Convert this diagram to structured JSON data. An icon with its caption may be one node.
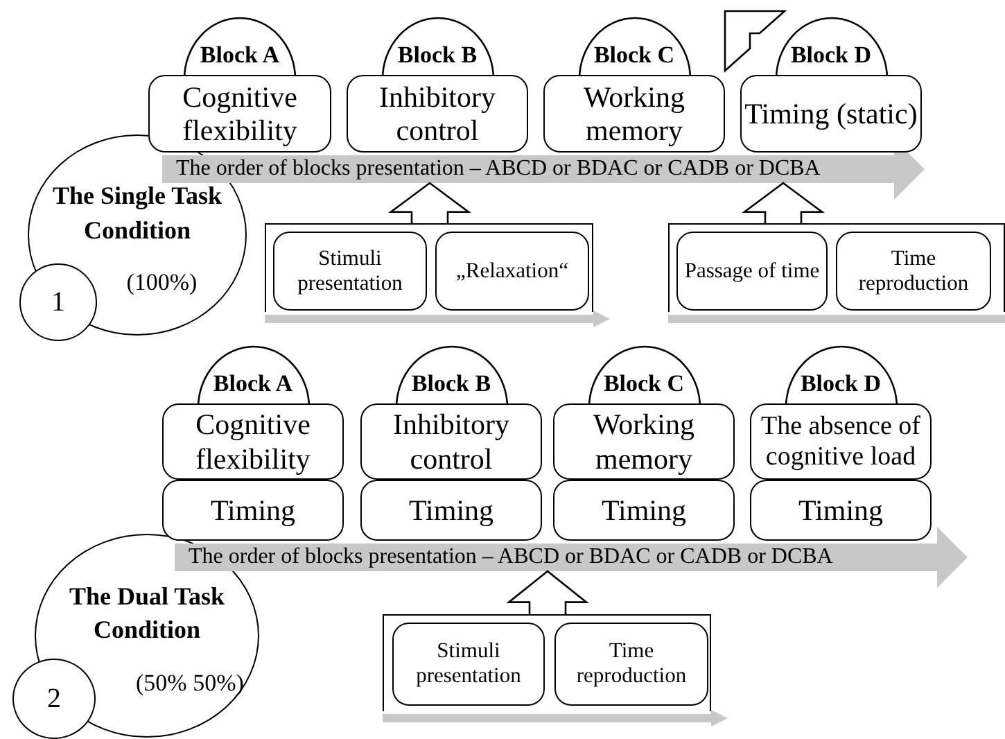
{
  "diagram": {
    "nodes": [
      {
        "text": [
          "The Single Task Condition",
          "(100%)"
        ]
      },
      {
        "text": [
          "1"
        ]
      },
      {
        "text": [
          "Block A",
          "Cognitive flexibility"
        ]
      },
      {
        "text": [
          "Block B",
          "Inhibitory control"
        ]
      },
      {
        "text": [
          "Block C",
          "Working memory"
        ]
      },
      {
        "text": [
          "Block D",
          "Timing (static)"
        ]
      },
      {
        "text": [
          "The order of blocks presentation – ABCD or BDAC or CADB or DCBA"
        ]
      },
      {
        "text": [],
        "shape": "box"
      },
      {
        "text": [
          "Stimuli presentation"
        ],
        "in": 7
      },
      {
        "text": [
          "„Relaxation“"
        ],
        "in": 7
      },
      {
        "text": [],
        "shape": "box"
      },
      {
        "text": [
          "Passage of time"
        ],
        "in": 10
      },
      {
        "text": [
          "Time reproduction"
        ],
        "in": 10
      },
      {
        "text": [
          "The Dual Task Condition",
          "(50% 50%)"
        ]
      },
      {
        "text": [
          "2"
        ]
      },
      {
        "text": [
          "Block A",
          "Cognitive flexibility"
        ]
      },
      {
        "text": [
          "Timing"
        ]
      },
      {
        "text": [
          "Block B",
          "Inhibitory control"
        ]
      },
      {
        "text": [
          "Timing"
        ]
      },
      {
        "text": [
          "Block C",
          "Working memory"
        ]
      },
      {
        "text": [
          "Timing"
        ]
      },
      {
        "text": [
          "Block D",
          "The absence of cognitive load"
        ]
      },
      {
        "text": [
          "Timing"
        ]
      },
      {
        "text": [
          "The order of blocks presentation – ABCD or BDAC or CADB or DCBA"
        ]
      },
      {
        "text": [],
        "shape": "box"
      },
      {
        "text": [
          "Stimuli presentation"
        ],
        "in": 24
      },
      {
        "text": [
          "Time reproduction"
        ],
        "in": 24
      }
    ],
    "edges": [
      {
        "from": 7,
        "to": 6,
        "arrow": "to"
      },
      {
        "from": 10,
        "to": 6,
        "arrow": "to"
      },
      {
        "from": 24,
        "to": 23,
        "arrow": "to"
      }
    ]
  }
}
